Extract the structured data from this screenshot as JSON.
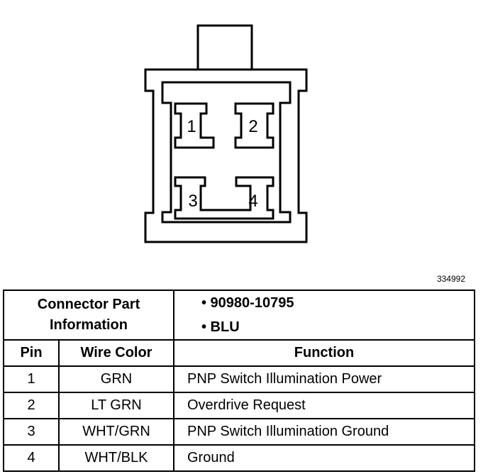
{
  "connector": {
    "pin_labels": [
      "1",
      "2",
      "3",
      "4"
    ],
    "figure_id": "334992"
  },
  "part_info": {
    "label_line1": "Connector Part",
    "label_line2": "Information",
    "items": [
      "• 90980-10795",
      "• BLU"
    ]
  },
  "table": {
    "headers": [
      "Pin",
      "Wire Color",
      "Function"
    ],
    "rows": [
      {
        "pin": "1",
        "wire_color": "GRN",
        "function": "PNP Switch Illumination Power"
      },
      {
        "pin": "2",
        "wire_color": "LT GRN",
        "function": "Overdrive Request"
      },
      {
        "pin": "3",
        "wire_color": "WHT/GRN",
        "function": "PNP Switch Illumination Ground"
      },
      {
        "pin": "4",
        "wire_color": "WHT/BLK",
        "function": "Ground"
      }
    ]
  }
}
